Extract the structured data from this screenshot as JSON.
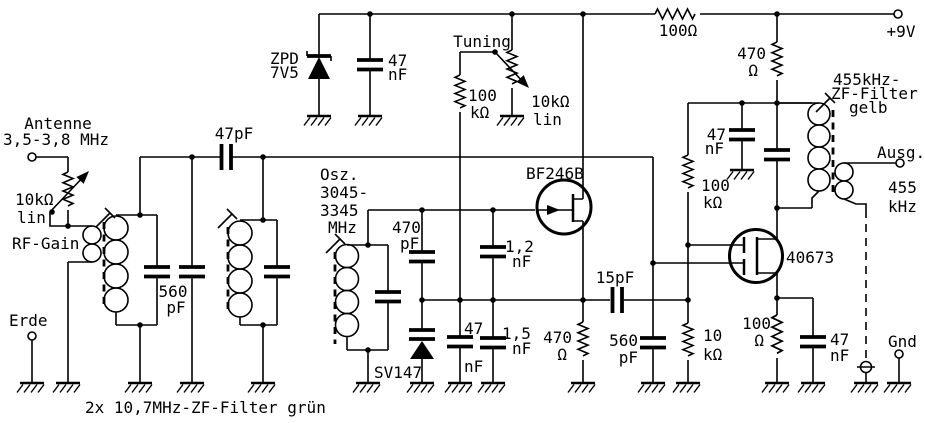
{
  "colors": {
    "ink": "#000000",
    "paper": "#ffffff"
  },
  "labels": {
    "input": {
      "antenne1": "Antenne",
      "antenne2": "3,5-3,8 MHz",
      "rf_pot_val": "10kΩ",
      "rf_pot_lin": "lin",
      "rf_gain": "RF-Gain",
      "erde": "Erde",
      "coupling_cap": "47pF",
      "tank_cap1": "560",
      "tank_cap2": "pF",
      "filters_note": "2x 10,7MHz-ZF-Filter grün"
    },
    "supply": {
      "series_r": "100Ω",
      "rail": "+9V",
      "zener1": "ZPD",
      "zener2": "7V5",
      "bypass1": "47",
      "bypass2": "nF",
      "drop1": "470",
      "drop2": "Ω"
    },
    "tuning": {
      "title": "Tuning",
      "r1": "100",
      "r2": "kΩ",
      "pot1": "10kΩ",
      "pot2": "lin"
    },
    "osc": {
      "t1": "Osz.",
      "t2": "3045-",
      "t3": "3345",
      "t4": "MHz",
      "varicap": "SV147",
      "c470_1": "470",
      "c470_2": "pF",
      "c12_1": "1,2",
      "c12_2": "nF",
      "c47_1": "47",
      "c47_2": "nF",
      "c15_1": "1,5",
      "c15_2": "nF",
      "r470_1": "470",
      "r470_2": "Ω",
      "fet": "BF246B"
    },
    "mixer": {
      "cinj": "15pF",
      "csig1": "560",
      "csig2": "pF",
      "r100k1": "100",
      "r100k2": "kΩ",
      "r10k1": "10",
      "r10k2": "kΩ",
      "cdec1": "47",
      "cdec2": "nF",
      "mosfet": "40673",
      "rs1": "100",
      "rs2": "Ω",
      "cs1": "47",
      "cs2": "nF"
    },
    "output": {
      "f1": "455kHz-",
      "f2": "ZF-Filter",
      "f3": "gelb",
      "o1": "Ausg.",
      "o2": "455",
      "o3": "kHz",
      "gnd": "Gnd"
    }
  }
}
